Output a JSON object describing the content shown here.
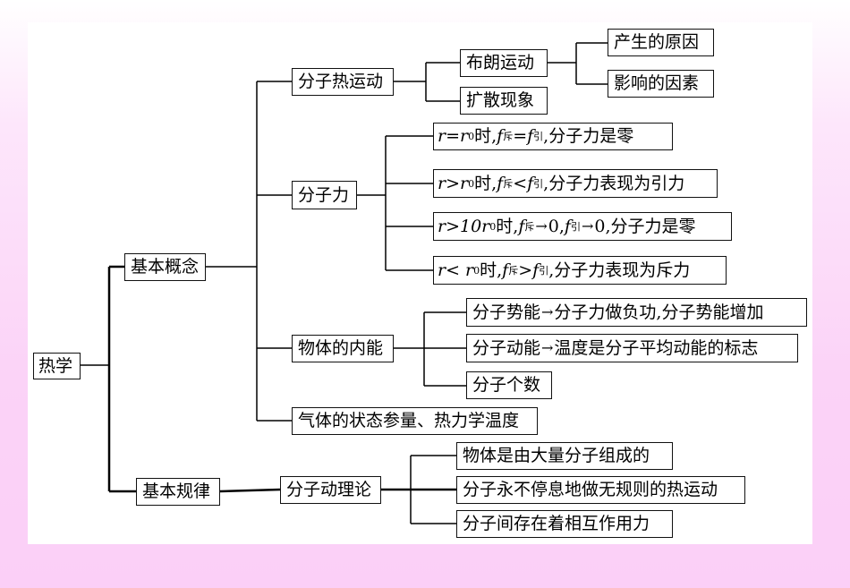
{
  "root": "热学",
  "branches": {
    "basic_concepts": "基本概念",
    "basic_laws": "基本规律"
  },
  "concepts": {
    "molecular_thermal_motion": "分子热运动",
    "brownian_motion": "布朗运动",
    "cause": "产生的原因",
    "influencing_factors": "影响的因素",
    "diffusion": "扩散现象",
    "molecular_force": "分子力",
    "force_case_1": {
      "cond": "r=r",
      "sub0": "0",
      "t1": " 时,",
      "f1": "f",
      "s1": "斥",
      "rel": "=",
      "f2": "f",
      "s2": "引",
      "tail": ",分子力是零"
    },
    "force_case_2": {
      "cond": "r>r",
      "sub0": "0",
      "t1": " 时,",
      "f1": "f",
      "s1": "斥",
      "rel": "<",
      "f2": "f",
      "s2": "引",
      "tail": ",分子力表现为引力"
    },
    "force_case_3": {
      "cond": "r>10r",
      "sub0": "0",
      "t1": " 时,",
      "f1": "f",
      "s1": "斥",
      "arrow1": "→",
      "z1": "0,",
      "f2": "f",
      "s2": "引",
      "arrow2": "→",
      "z2": "0,",
      "tail": "分子力是零"
    },
    "force_case_4": {
      "cond": "r< r",
      "sub0": "0",
      "t1": " 时,",
      "f1": "f",
      "s1": "斥",
      "rel": ">",
      "f2": "f",
      "s2": "引",
      "tail": ",分子力表现为斥力"
    },
    "internal_energy": "物体的内能",
    "potential_energy": {
      "head": "分子势能",
      "arrow": "→",
      "tail": "分子力做负功,分子势能增加"
    },
    "kinetic_energy": {
      "head": "分子动能",
      "arrow": "→",
      "tail": "温度是分子平均动能的标志"
    },
    "molecule_count": "分子个数",
    "state_params": "气体的状态参量、热力学温度"
  },
  "laws": {
    "kinetic_theory": "分子动理论",
    "law_1": "物体是由大量分子组成的",
    "law_2": "分子永不停息地做无规则的热运动",
    "law_3": "分子间存在着相互作用力"
  }
}
